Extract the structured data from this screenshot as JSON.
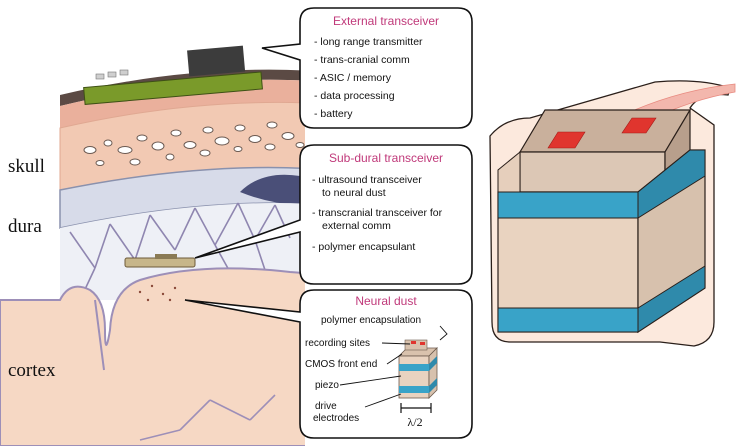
{
  "colors": {
    "title": "#c0397a",
    "skull_bone": "#f2c9b3",
    "dura": "#b8bfd6",
    "cortex": "#f6d8c4",
    "membrane": "#b9a7c9",
    "pcb": "#7a9a2a",
    "chip": "#3c3c3c",
    "piezo_blue": "#39a3c8",
    "mote_body": "#e9d3c0",
    "electrode_red": "#e0352e"
  },
  "tissue_labels": {
    "skull": "skull",
    "dura": "dura",
    "cortex": "cortex"
  },
  "external": {
    "title": "External transceiver",
    "items": [
      "- long range transmitter",
      "- trans-cranial comm",
      "- ASIC / memory",
      "- data processing",
      "- battery"
    ]
  },
  "subdural": {
    "title": "Sub-dural transceiver",
    "item1_line1": "- ultrasound transceiver",
    "item1_line2": "to neural dust",
    "item2_line1": "- transcranial transceiver for",
    "item2_line2": "external comm",
    "item3": "- polymer encapsulant"
  },
  "dust": {
    "title": "Neural dust",
    "labels": {
      "encapsulation": "polymer encapsulation",
      "recording": "recording sites",
      "cmos": "CMOS front end",
      "piezo": "piezo",
      "drive_line1": "drive",
      "drive_line2": "electrodes",
      "lambda": "λ/2"
    }
  }
}
